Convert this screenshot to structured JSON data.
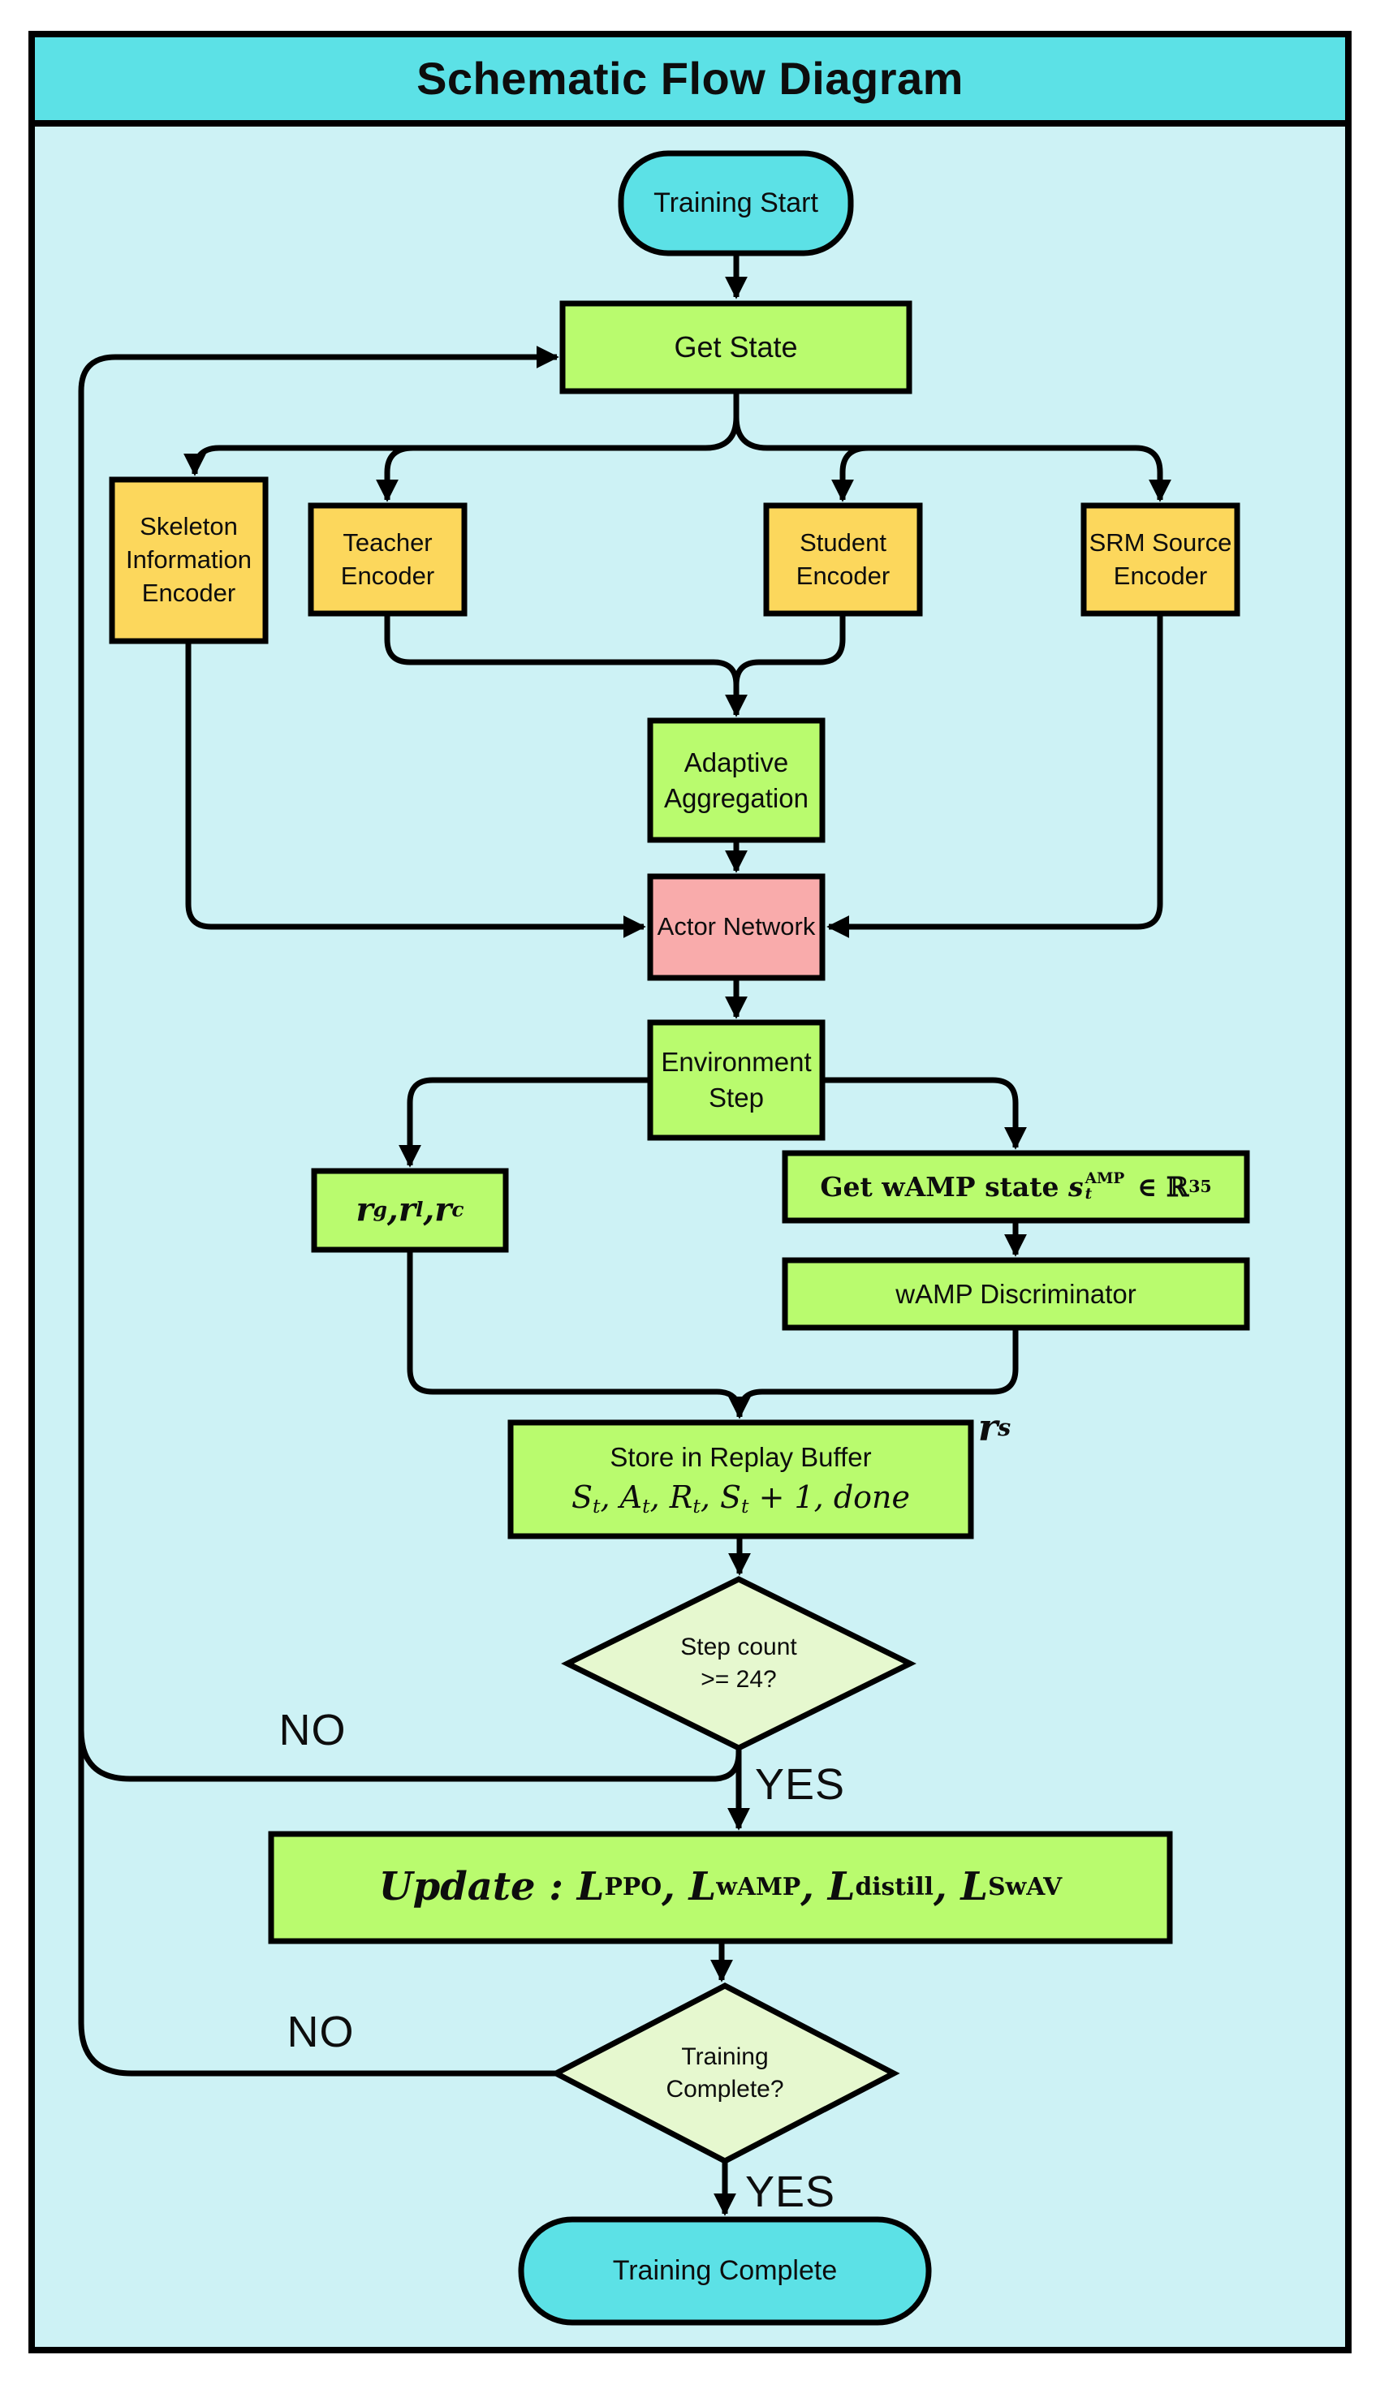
{
  "title": "Schematic Flow Diagram",
  "colors": {
    "background": "#cdf2f5",
    "cyan": "#5ce1e6",
    "green": "#b9fb6e",
    "orange": "#fcd75c",
    "pink": "#f9abab",
    "diamond": "#e6f8cf",
    "line": "#000000"
  },
  "nodes": {
    "start": {
      "label": "Training Start"
    },
    "get_state": {
      "label": "Get State"
    },
    "skeleton": {
      "line1": "Skeleton",
      "line2": "Information",
      "line3": "Encoder"
    },
    "teacher": {
      "line1": "Teacher",
      "line2": "Encoder"
    },
    "student": {
      "line1": "Student",
      "line2": "Encoder"
    },
    "srm": {
      "line1": "SRM Source",
      "line2": "Encoder"
    },
    "adaptive": {
      "line1": "Adaptive",
      "line2": "Aggregation"
    },
    "actor": {
      "label": "Actor Network"
    },
    "env": {
      "line1": "Environment",
      "line2": "Step"
    },
    "rewards": {
      "base": "r",
      "sup1": "g",
      "sup2": "l",
      "sup3": "c",
      "sep": ", "
    },
    "wamp_state": {
      "prefix": "Get wAMP state",
      "var": "s",
      "sup": "AMP",
      "sub": "t",
      "element_of": "∈",
      "set": "ℝ",
      "exp": "35"
    },
    "wamp_disc": {
      "label": "wAMP Discriminator"
    },
    "store": {
      "line1": "Store in Replay Buffer",
      "m1": "S",
      "m1s": "t",
      "m2": ", A",
      "m2s": "t",
      "m3": ", R",
      "m3s": "t",
      "m4": ", S",
      "m4s": "t",
      "m5": " + 1, done"
    },
    "decision_step": {
      "line1": "Step count",
      "line2": ">= 24?"
    },
    "update": {
      "u1": "Update : L",
      "u1s": "PPO",
      "u2": ", L",
      "u2s": "wAMP",
      "u3": ", L",
      "u3s": "distill",
      "u4": ", L",
      "u4s": "SwAV"
    },
    "decision_complete": {
      "line1": "Training",
      "line2": "Complete?"
    },
    "end": {
      "label": "Training Complete"
    }
  },
  "edge_labels": {
    "no_step": "NO",
    "yes_step": "YES",
    "no_complete": "NO",
    "yes_complete": "YES",
    "reward_s_base": "r",
    "reward_s_sup": "s"
  }
}
